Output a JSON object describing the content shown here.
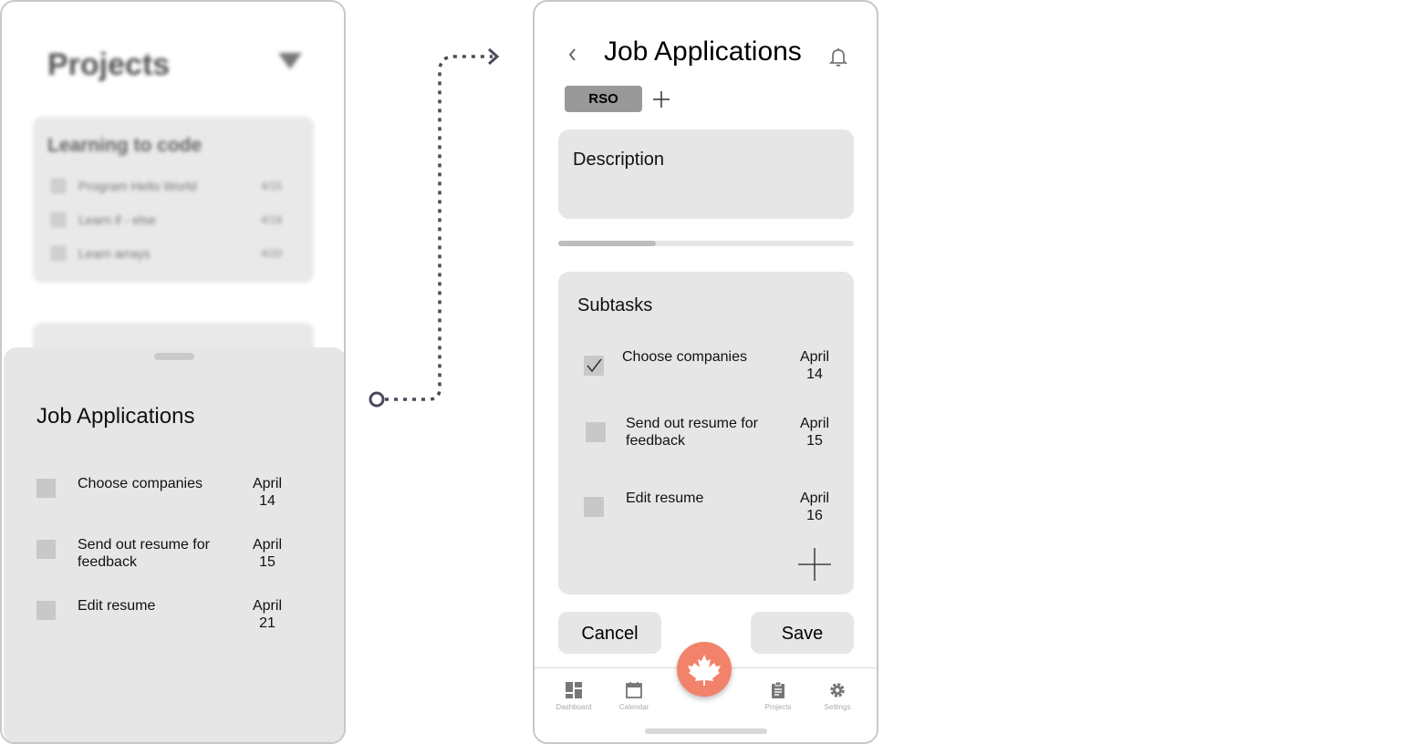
{
  "background_screen": {
    "title": "Projects",
    "card": {
      "title": "Learning to code",
      "items": [
        {
          "label": "Program Hello World",
          "date": "4/15"
        },
        {
          "label": "Learn if - else",
          "date": "4/18"
        },
        {
          "label": "Learn arrays",
          "date": "4/20"
        }
      ]
    }
  },
  "sheet": {
    "title": "Job Applications",
    "subtasks": [
      {
        "label": "Choose companies",
        "month": "April",
        "day": "14"
      },
      {
        "label": "Send out resume for feedback",
        "month": "April",
        "day": "15"
      },
      {
        "label": "Edit resume",
        "month": "April",
        "day": "21"
      }
    ]
  },
  "detail": {
    "title": "Job Applications",
    "tag": "RSO",
    "description_label": "Description",
    "progress": 0.33,
    "subtasks_label": "Subtasks",
    "subtasks": [
      {
        "label": "Choose companies",
        "month": "April",
        "day": "14",
        "checked": true
      },
      {
        "label": "Send out resume for feedback",
        "month": "April",
        "day": "15",
        "checked": false
      },
      {
        "label": "Edit resume",
        "month": "April",
        "day": "16",
        "checked": false
      }
    ],
    "cancel_label": "Cancel",
    "save_label": "Save"
  },
  "nav": {
    "items": [
      {
        "label": "Dashboard",
        "icon": "dashboard-icon"
      },
      {
        "label": "Calendar",
        "icon": "calendar-icon"
      },
      {
        "label": "Projects",
        "icon": "clipboard-icon"
      },
      {
        "label": "Settings",
        "icon": "gear-icon"
      }
    ],
    "fab_icon": "maple-leaf-icon"
  },
  "colors": {
    "accent": "#f2826a",
    "card": "#e6e6e6",
    "tag": "#999999"
  }
}
